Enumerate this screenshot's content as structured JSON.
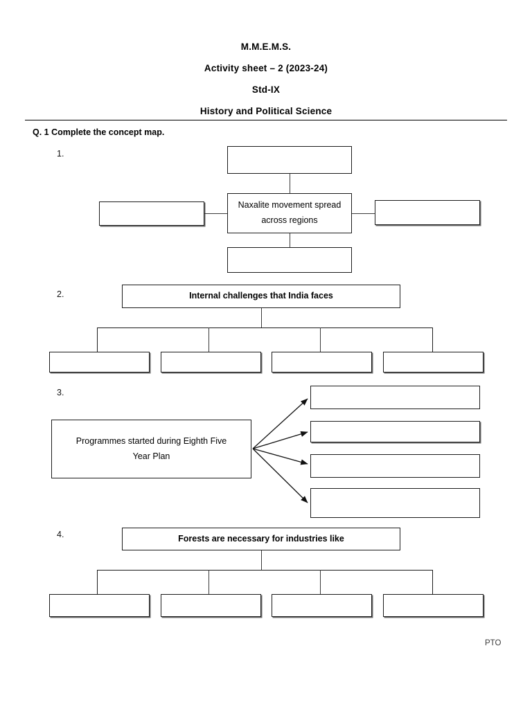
{
  "header": {
    "school": "M.M.E.M.S.",
    "sheet": "Activity sheet – 2 (2023-24)",
    "standard": "Std-IX",
    "subject": "History and Political Science"
  },
  "question": {
    "prompt": "Q. 1 Complete the concept map."
  },
  "maps": [
    {
      "number": "1.",
      "type": "cross",
      "center_label": "Naxalite movement spread across regions",
      "blank_count": 4,
      "blanks": [
        "",
        "",
        "",
        ""
      ]
    },
    {
      "number": "2.",
      "type": "tree",
      "root_label": "Internal challenges that India faces",
      "blank_count": 4,
      "blanks": [
        "",
        "",
        "",
        ""
      ]
    },
    {
      "number": "3.",
      "type": "fan",
      "source_label": "Programmes started during Eighth Five Year Plan",
      "blank_count": 4,
      "blanks": [
        "",
        "",
        "",
        ""
      ]
    },
    {
      "number": "4.",
      "type": "tree",
      "root_label": "Forests are necessary for industries like",
      "blank_count": 4,
      "blanks": [
        "",
        "",
        "",
        ""
      ]
    }
  ],
  "footer": {
    "pto": "PTO"
  }
}
